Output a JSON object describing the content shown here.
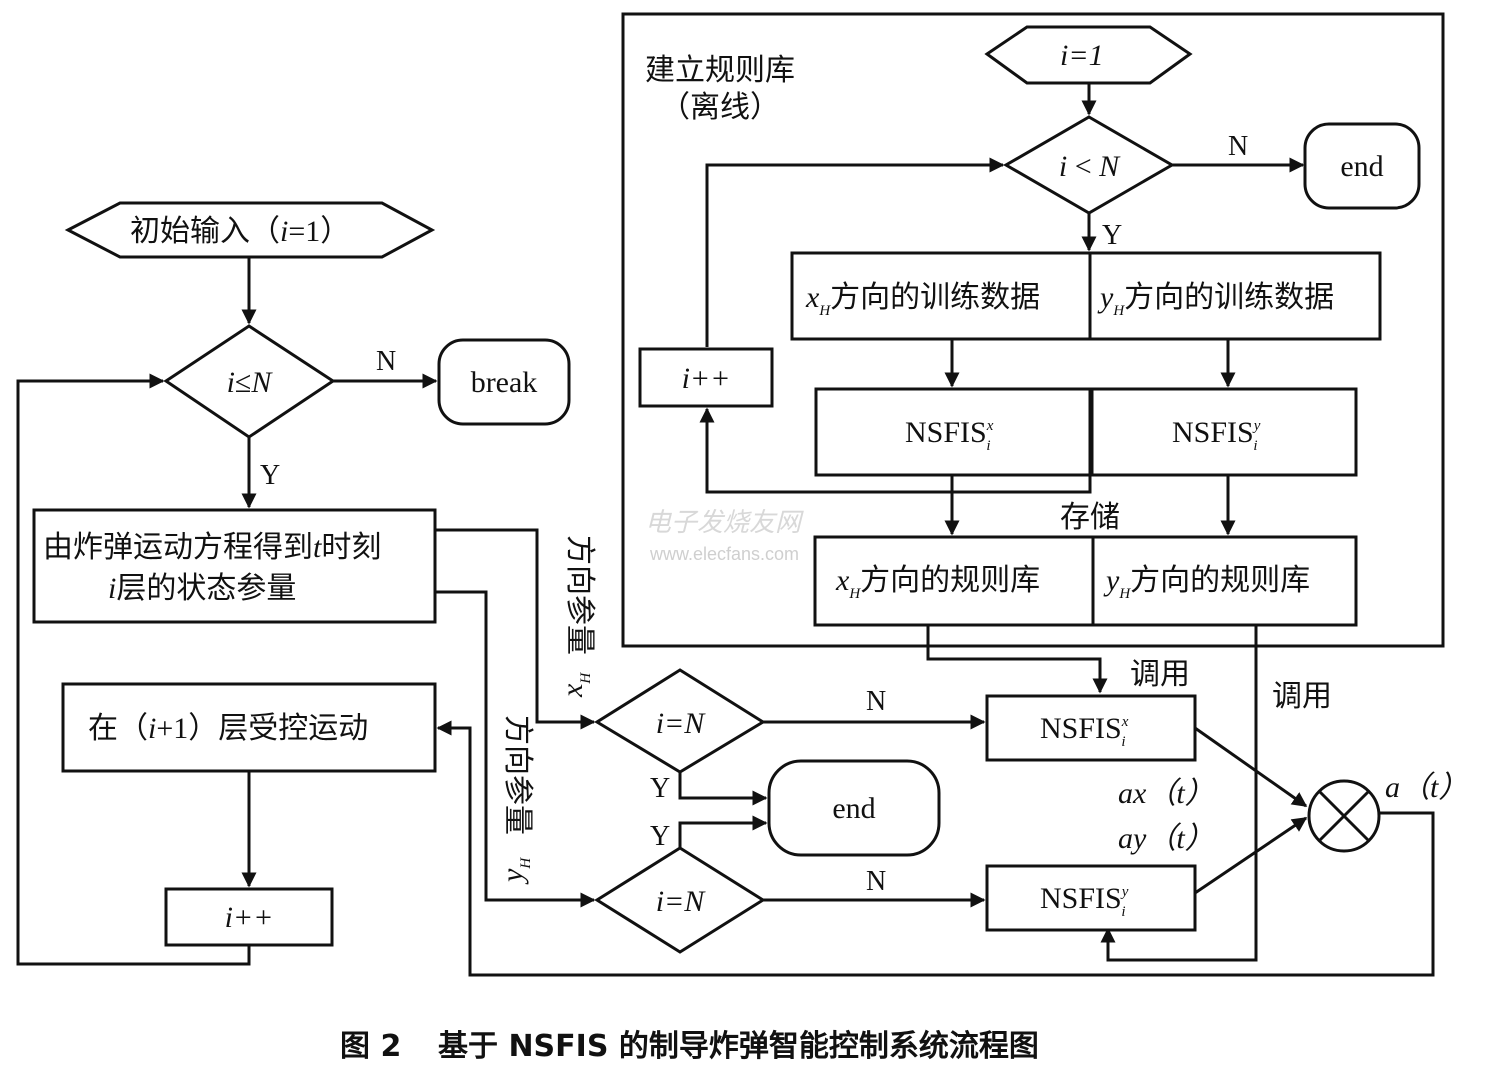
{
  "offline": {
    "title_line1": "建立规则库",
    "title_line2": "（离线）",
    "start": "i=1",
    "decision_var": "i",
    "decision_op": " < ",
    "decision_n": "N",
    "no_label": "N",
    "yes_label": "Y",
    "end": "end",
    "increment": "i++",
    "train_x_var": "x",
    "train_x_sub": "H",
    "train_x_text": "方向的训练数据",
    "train_y_var": "y",
    "train_y_sub": "H",
    "train_y_text": "方向的训练数据",
    "nsfis_base": "NSFIS",
    "nsfis_x_sup": "x",
    "nsfis_y_sup": "y",
    "nsfis_sub": "i",
    "store_label": "存储",
    "rule_x_var": "x",
    "rule_x_sub": "H",
    "rule_x_text": "方向的规则库",
    "rule_y_var": "y",
    "rule_y_sub": "H",
    "rule_y_text": "方向的规则库"
  },
  "online": {
    "start": "初始输入（i=1）",
    "start_pre": "初始输入（",
    "start_var": "i",
    "start_post": "=1）",
    "decision_var": "i",
    "decision_op": "≤",
    "decision_n": "N",
    "no_label": "N",
    "yes_label": "Y",
    "break": "break",
    "state_line1_pre": "由炸弹运动方程得到",
    "state_line1_var": "t",
    "state_line1_post": "时刻",
    "state_line2_var": "i",
    "state_line2_post": "层的状态参量",
    "move_pre": "在（",
    "move_var": "i",
    "move_mid": "+1",
    "move_post": "）层受控运动",
    "increment": "i++",
    "x_param_var": "x",
    "x_param_sub": "H",
    "x_param_text": "方向参量",
    "y_param_var": "y",
    "y_param_sub": "H",
    "y_param_text": "方向参量",
    "check_x": "i=N",
    "check_y": "i=N",
    "check_var": "i",
    "check_rest": "=N",
    "check_no": "N",
    "check_yes": "Y",
    "end": "end",
    "call_label": "调用",
    "call_label_2": "调用",
    "nsfis_base": "NSFIS",
    "nsfis_x_sup": "x",
    "nsfis_y_sup": "y",
    "nsfis_sub": "i",
    "ax_label": "ax（t）",
    "ay_label": "ay（t）",
    "a_label": "a（t）"
  },
  "watermark": {
    "cn": "电子发烧友网",
    "url": "www.elecfans.com"
  },
  "caption": {
    "figure": "图 2",
    "text": "基于 NSFIS 的制导炸弹智能控制系统流程图"
  }
}
